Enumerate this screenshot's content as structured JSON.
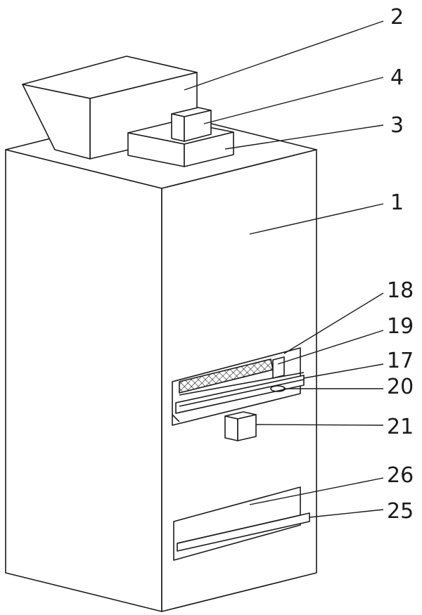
{
  "labels": {
    "l1": "1",
    "l2": "2",
    "l3": "3",
    "l4": "4",
    "l17": "17",
    "l18": "18",
    "l19": "19",
    "l20": "20",
    "l21": "21",
    "l25": "25",
    "l26": "26"
  },
  "colors": {
    "stroke": "#1a1a1a",
    "background": "#ffffff"
  }
}
